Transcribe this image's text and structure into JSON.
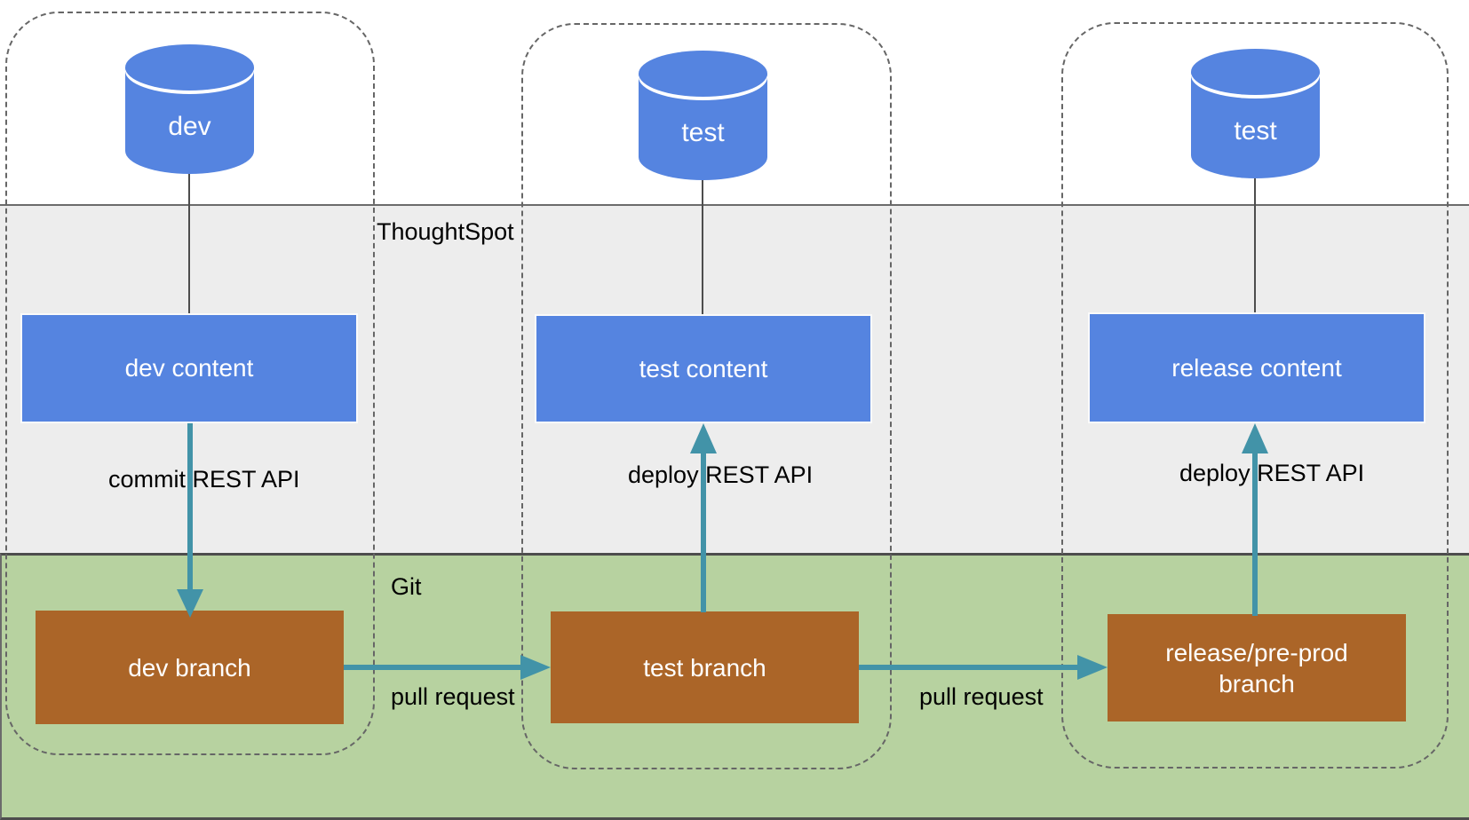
{
  "bands": {
    "thoughtspot": {
      "label": "ThoughtSpot"
    },
    "git": {
      "label": "Git"
    }
  },
  "columns": [
    {
      "database": "dev",
      "content": "dev content",
      "branch": "dev branch",
      "api_arrow": {
        "label": "commit REST API",
        "direction": "down"
      }
    },
    {
      "database": "test",
      "content": "test content",
      "branch": "test branch",
      "api_arrow": {
        "label": "deploy REST API",
        "direction": "up"
      }
    },
    {
      "database": "test",
      "content": "release content",
      "branch": "release/pre-prod branch",
      "api_arrow": {
        "label": "deploy REST API",
        "direction": "up"
      }
    }
  ],
  "pull_requests": [
    {
      "label": "pull request"
    },
    {
      "label": "pull request"
    }
  ],
  "colors": {
    "database_blue": "#5584e0",
    "content_blue": "#5584e0",
    "branch_brown": "#ab6528",
    "arrow_teal": "#4293a8",
    "thoughtspot_band_gray": "#ededed",
    "git_band_green": "#b7d2a0",
    "dashed_border_gray": "#666666",
    "text_black": "#000000",
    "box_text_white": "#ffffff"
  }
}
